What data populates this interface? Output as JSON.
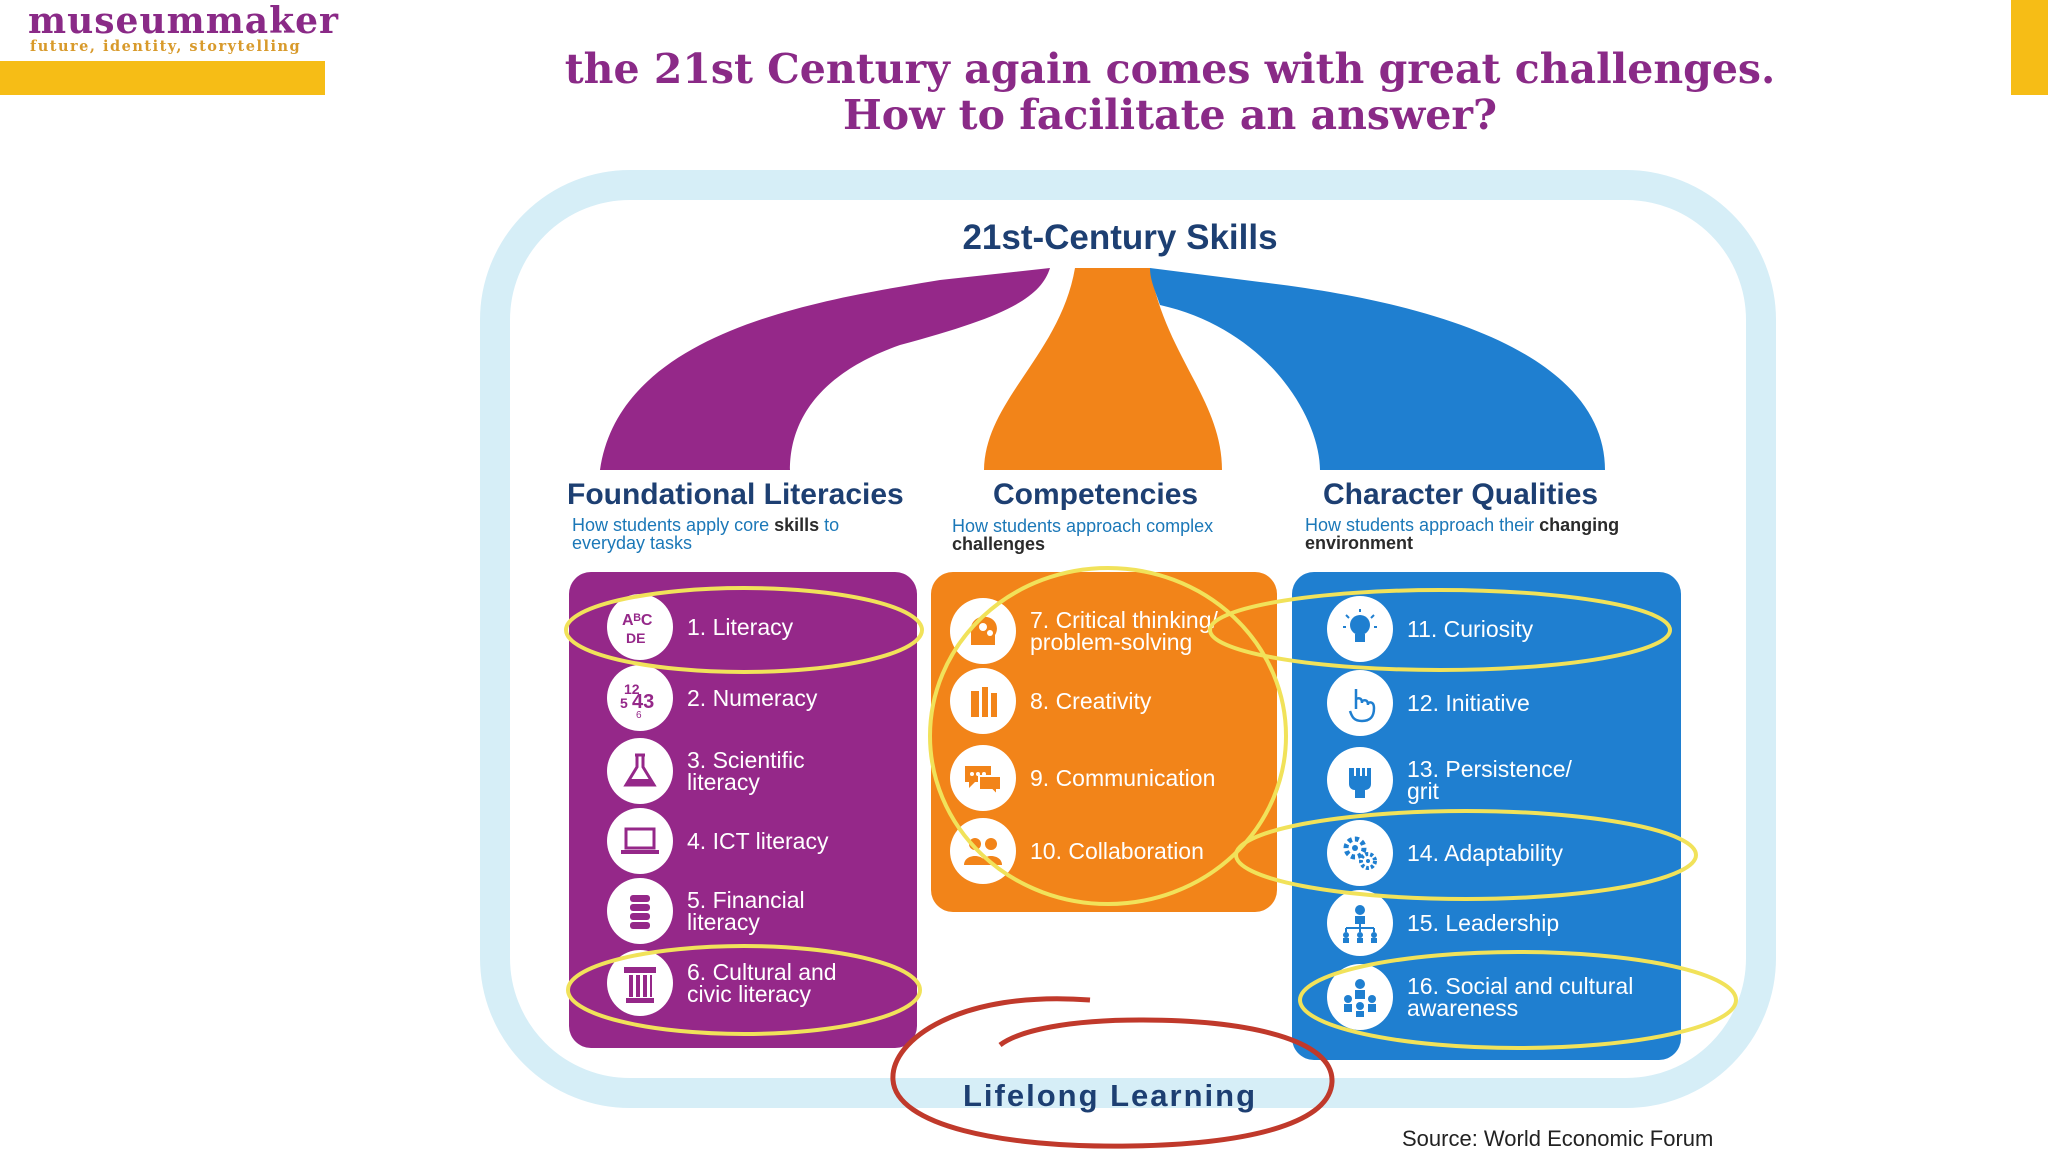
{
  "logo": {
    "name": "museummaker",
    "tagline": "future, identity, storytelling"
  },
  "headline": {
    "line1": "the 21st Century again comes with great challenges.",
    "line2": "How to facilitate an answer?"
  },
  "diagram": {
    "title": "21st-Century Skills",
    "columns": [
      {
        "heading": "Foundational Literacies",
        "subtitle_colored": "How students apply core ",
        "subtitle_dark": "skills",
        "subtitle_colored2": " to",
        "subtitle_line2": "everyday tasks",
        "color": "#952889",
        "items": [
          {
            "label": "1. Literacy",
            "icon": "abcde-icon"
          },
          {
            "label": "2. Numeracy",
            "icon": "numbers-icon"
          },
          {
            "label": "3. Scientific\nliteracy",
            "icon": "flask-icon"
          },
          {
            "label": "4. ICT literacy",
            "icon": "laptop-icon"
          },
          {
            "label": "5. Financial\nliteracy",
            "icon": "coins-icon"
          },
          {
            "label": "6. Cultural and\ncivic literacy",
            "icon": "column-icon"
          }
        ]
      },
      {
        "heading": "Competencies",
        "subtitle_colored": "How students approach complex",
        "subtitle_line2": "challenges",
        "color": "#f28419",
        "items": [
          {
            "label": "7. Critical thinking/\nproblem-solving",
            "icon": "head-gears-icon"
          },
          {
            "label": "8. Creativity",
            "icon": "pencils-icon"
          },
          {
            "label": "9. Communication",
            "icon": "speech-bubbles-icon"
          },
          {
            "label": "10. Collaboration",
            "icon": "people-icon"
          }
        ]
      },
      {
        "heading": "Character Qualities",
        "subtitle_colored": "How students approach their ",
        "subtitle_dark": "changing",
        "subtitle_line2": "environment",
        "color": "#1f7fd0",
        "items": [
          {
            "label": "11. Curiosity",
            "icon": "lightbulb-icon"
          },
          {
            "label": "12. Initiative",
            "icon": "pointer-hand-icon"
          },
          {
            "label": "13. Persistence/\ngrit",
            "icon": "fist-icon"
          },
          {
            "label": "14. Adaptability",
            "icon": "gears-icon"
          },
          {
            "label": "15. Leadership",
            "icon": "org-chart-icon"
          },
          {
            "label": "16. Social and cultural\nawareness",
            "icon": "group-icon"
          }
        ]
      }
    ],
    "footer": "Lifelong Learning"
  },
  "source": "Source: World Economic Forum",
  "colors": {
    "purple": "#952889",
    "orange": "#f28419",
    "blue": "#1f7fd0",
    "heading": "#1d3f72",
    "highlight_yellow": "#f1e25a",
    "highlight_red": "#c0392b",
    "logo_bar": "#f6bd16"
  }
}
